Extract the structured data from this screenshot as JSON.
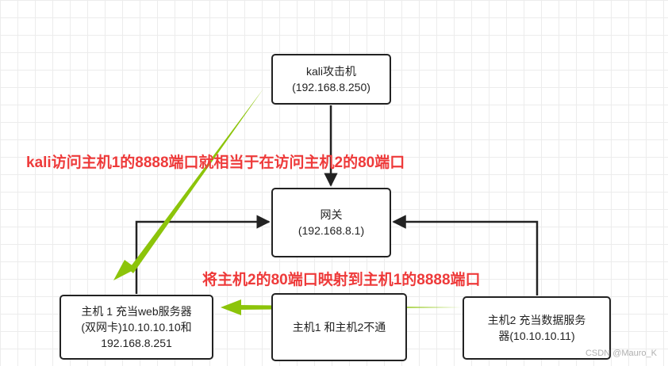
{
  "nodes": {
    "kali": {
      "line1": "kali攻击机",
      "line2": "(192.168.8.250)"
    },
    "gateway": {
      "line1": "网关",
      "line2": "(192.168.8.1)"
    },
    "host1": {
      "line1": "主机 1 充当web服务器",
      "line2": "(双网卡)10.10.10.10和",
      "line3": "192.168.8.251"
    },
    "no_connection": {
      "line1": "主机1 和主机2不通"
    },
    "host2": {
      "line1": "主机2 充当数据服务",
      "line2": "器(10.10.10.11)"
    }
  },
  "annotations": {
    "access_note": "kali访问主机1的8888端口就相当于在访问主机2的80端口",
    "mapping_note": "将主机2的80端口映射到主机1的8888端口"
  },
  "watermark": "CSDN @Mauro_K",
  "colors": {
    "annotation_text": "#ee3a3a",
    "highlight_arrow": "#8cc40a",
    "connector": "#222222"
  }
}
